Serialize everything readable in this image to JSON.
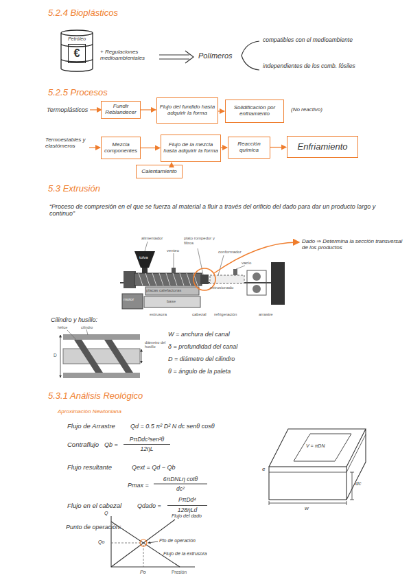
{
  "diagram": {
    "nodes": [
      {
        "text": [
          "Petróleo"
        ]
      },
      {
        "text": [
          "€"
        ],
        "in": 0
      },
      {
        "text": [
          "Fundir Reblandecer"
        ]
      },
      {
        "text": [
          "Flujo del fundido hasta adquirir la forma"
        ]
      },
      {
        "text": [
          "Solidificación por enfriamiento"
        ]
      },
      {
        "text": [
          "Mezcla componentes"
        ]
      },
      {
        "text": [
          "Flujo de la mezcla hasta adquirir la forma"
        ]
      },
      {
        "text": [
          "Reacción química"
        ]
      },
      {
        "text": [
          "Enfriamiento"
        ]
      },
      {
        "text": [
          "Calentamiento"
        ]
      }
    ],
    "edges": [
      {
        "from": 2,
        "to": 3,
        "arrow": "to"
      },
      {
        "from": 3,
        "to": 4,
        "arrow": "to"
      },
      {
        "from": 5,
        "to": 6,
        "arrow": "to"
      },
      {
        "from": 6,
        "to": 7,
        "arrow": "to"
      },
      {
        "from": 7,
        "to": 8,
        "arrow": "to"
      },
      {
        "from": 9,
        "to": 6,
        "arrow": "to"
      }
    ],
    "labels": [
      "5.2.4 Bioplásticos",
      "+ Regulaciones medioambientales",
      "Polímeros",
      "compatibles con el medioambiente",
      "independientes de los comb. fósiles",
      "5.2.5 Procesos",
      "Termoplásticos",
      "(No reactivo)",
      "Termoestables y elastómeros",
      "5.3 Extrusión",
      "“Proceso de compresión en el que se fuerza al material a fluir a través del orificio del dado para dar un producto largo y continuo”",
      "alimentador",
      "tolva",
      "venteo",
      "plato rompedor y filtros",
      "conformador",
      "vacío",
      "motor",
      "placas calefactoras",
      "base",
      "extrusionado",
      "extrusora",
      "cabezal",
      "refrigeración",
      "arrastre",
      "Dado ⇒ Determina la sección transversal de los productos",
      "Cilindro y husillo:",
      "cilindro",
      "hélice",
      "D",
      "diámetro del husillo",
      "W = anchura del canal",
      "δ = profundidad del canal",
      "D = diámetro del cilindro",
      "θ = ángulo de la paleta",
      "5.3.1 Análisis Reológico",
      "Aproximación Newtoniana",
      "Flujo de Arrastre",
      "Qd = 0.5 π² D² N dc senθ cosθ",
      "Contraflujo",
      "Qb =",
      "PπDdc³sen²θ",
      "12ηL",
      "Flujo resultante",
      "Qext = Qd − Qb",
      "Pmax =",
      "6πDNLη cotθ",
      "dc²",
      "Flujo en el cabezal",
      "Qdado =",
      "PπDd⁴",
      "128ηLd",
      "Punto de operación:",
      "Q",
      "Qo",
      "Po",
      "Presión",
      "Flujo del dado",
      "Pto de operación",
      "Flujo de la extrusora",
      "V = πDN",
      "e",
      "dc",
      "w"
    ]
  }
}
